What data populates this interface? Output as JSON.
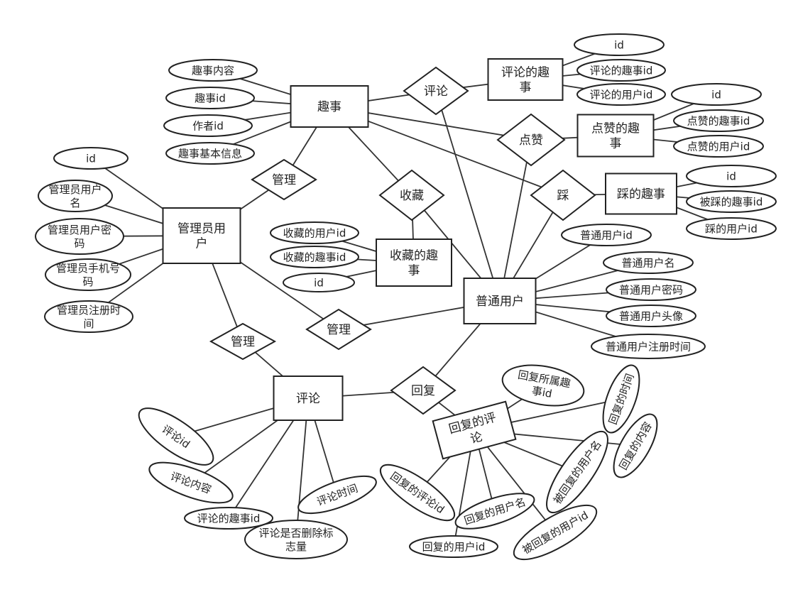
{
  "diagram_title": "",
  "nodes": {
    "qushi": {
      "type": "entity",
      "label": "趣事"
    },
    "pinglun_qushi": {
      "type": "entity",
      "label": "评论的趣事"
    },
    "dianzan_qushi": {
      "type": "entity",
      "label": "点赞的趣事"
    },
    "cai_qushi": {
      "type": "entity",
      "label": "踩的趣事"
    },
    "admin": {
      "type": "entity",
      "label": "管理员用户"
    },
    "shoucang_qushi": {
      "type": "entity",
      "label": "收藏的趣事"
    },
    "user": {
      "type": "entity",
      "label": "普通用户"
    },
    "comment": {
      "type": "entity",
      "label": "评论"
    },
    "reply": {
      "type": "entity",
      "label": "回复的评论"
    },
    "r_pinglun": {
      "type": "relationship",
      "label": "评论"
    },
    "r_dianzan": {
      "type": "relationship",
      "label": "点赞"
    },
    "r_cai": {
      "type": "relationship",
      "label": "踩"
    },
    "r_guanli1": {
      "type": "relationship",
      "label": "管理"
    },
    "r_shoucang": {
      "type": "relationship",
      "label": "收藏"
    },
    "r_guanli2": {
      "type": "relationship",
      "label": "管理"
    },
    "r_guanli3": {
      "type": "relationship",
      "label": "管理"
    },
    "r_huifu": {
      "type": "relationship",
      "label": "回复"
    },
    "a_qs_content": {
      "type": "attribute",
      "label": "趣事内容"
    },
    "a_qs_id": {
      "type": "attribute",
      "label": "趣事id"
    },
    "a_qs_author": {
      "type": "attribute",
      "label": "作者id"
    },
    "a_qs_info": {
      "type": "attribute",
      "label": "趣事基本信息"
    },
    "a_ad_id": {
      "type": "attribute",
      "label": "id"
    },
    "a_ad_name": {
      "type": "attribute",
      "label": "管理员用户名"
    },
    "a_ad_pwd": {
      "type": "attribute",
      "label": "管理员用户密码"
    },
    "a_ad_phone": {
      "type": "attribute",
      "label": "管理员手机号码"
    },
    "a_ad_reg": {
      "type": "attribute",
      "label": "管理员注册时间"
    },
    "a_pq_id": {
      "type": "attribute",
      "label": "id"
    },
    "a_pq_qid": {
      "type": "attribute",
      "label": "评论的趣事id"
    },
    "a_pq_uid": {
      "type": "attribute",
      "label": "评论的用户id"
    },
    "a_dz_id": {
      "type": "attribute",
      "label": "id"
    },
    "a_dz_qid": {
      "type": "attribute",
      "label": "点赞的趣事id"
    },
    "a_dz_uid": {
      "type": "attribute",
      "label": "点赞的用户id"
    },
    "a_cai_id": {
      "type": "attribute",
      "label": "id"
    },
    "a_cai_qid": {
      "type": "attribute",
      "label": "被踩的趣事id"
    },
    "a_cai_uid": {
      "type": "attribute",
      "label": "踩的用户id"
    },
    "a_u_id": {
      "type": "attribute",
      "label": "普通用户id"
    },
    "a_u_name": {
      "type": "attribute",
      "label": "普通用户名"
    },
    "a_u_pwd": {
      "type": "attribute",
      "label": "普通用户密码"
    },
    "a_u_avatar": {
      "type": "attribute",
      "label": "普通用户头像"
    },
    "a_u_reg": {
      "type": "attribute",
      "label": "普通用户注册时间"
    },
    "a_sc_uid": {
      "type": "attribute",
      "label": "收藏的用户id"
    },
    "a_sc_qid": {
      "type": "attribute",
      "label": "收藏的趣事id"
    },
    "a_sc_id": {
      "type": "attribute",
      "label": "id"
    },
    "a_c_id": {
      "type": "attribute",
      "label": "评论id"
    },
    "a_c_content": {
      "type": "attribute",
      "label": "评论内容"
    },
    "a_c_qid": {
      "type": "attribute",
      "label": "评论的趣事id"
    },
    "a_c_del": {
      "type": "attribute",
      "label": "评论是否删除标志量"
    },
    "a_c_time": {
      "type": "attribute",
      "label": "评论时间"
    },
    "a_r_qid": {
      "type": "attribute",
      "label": "回复所属趣事id"
    },
    "a_r_time": {
      "type": "attribute",
      "label": "回复的时间"
    },
    "a_r_content": {
      "type": "attribute",
      "label": "回复的内容"
    },
    "a_r_toname": {
      "type": "attribute",
      "label": "被回复的用户名"
    },
    "a_r_touid": {
      "type": "attribute",
      "label": "被回复的用户id"
    },
    "a_r_cid": {
      "type": "attribute",
      "label": "回复的评论id"
    },
    "a_r_name": {
      "type": "attribute",
      "label": "回复的用户名"
    },
    "a_r_uid": {
      "type": "attribute",
      "label": "回复的用户id"
    }
  },
  "edges": [
    [
      "qushi",
      "a_qs_content"
    ],
    [
      "qushi",
      "a_qs_id"
    ],
    [
      "qushi",
      "a_qs_author"
    ],
    [
      "qushi",
      "a_qs_info"
    ],
    [
      "qushi",
      "r_pinglun"
    ],
    [
      "r_pinglun",
      "pinglun_qushi"
    ],
    [
      "r_pinglun",
      "user"
    ],
    [
      "pinglun_qushi",
      "a_pq_id"
    ],
    [
      "pinglun_qushi",
      "a_pq_qid"
    ],
    [
      "pinglun_qushi",
      "a_pq_uid"
    ],
    [
      "qushi",
      "r_dianzan"
    ],
    [
      "r_dianzan",
      "dianzan_qushi"
    ],
    [
      "r_dianzan",
      "user"
    ],
    [
      "dianzan_qushi",
      "a_dz_id"
    ],
    [
      "dianzan_qushi",
      "a_dz_qid"
    ],
    [
      "dianzan_qushi",
      "a_dz_uid"
    ],
    [
      "qushi",
      "r_cai"
    ],
    [
      "r_cai",
      "cai_qushi"
    ],
    [
      "r_cai",
      "user"
    ],
    [
      "cai_qushi",
      "a_cai_id"
    ],
    [
      "cai_qushi",
      "a_cai_qid"
    ],
    [
      "cai_qushi",
      "a_cai_uid"
    ],
    [
      "qushi",
      "r_shoucang"
    ],
    [
      "r_shoucang",
      "shoucang_qushi"
    ],
    [
      "r_shoucang",
      "user"
    ],
    [
      "shoucang_qushi",
      "a_sc_uid"
    ],
    [
      "shoucang_qushi",
      "a_sc_qid"
    ],
    [
      "shoucang_qushi",
      "a_sc_id"
    ],
    [
      "qushi",
      "r_guanli1"
    ],
    [
      "r_guanli1",
      "admin"
    ],
    [
      "admin",
      "a_ad_id"
    ],
    [
      "admin",
      "a_ad_name"
    ],
    [
      "admin",
      "a_ad_pwd"
    ],
    [
      "admin",
      "a_ad_phone"
    ],
    [
      "admin",
      "a_ad_reg"
    ],
    [
      "admin",
      "r_guanli2"
    ],
    [
      "r_guanli2",
      "user"
    ],
    [
      "admin",
      "r_guanli3"
    ],
    [
      "r_guanli3",
      "comment"
    ],
    [
      "user",
      "a_u_id"
    ],
    [
      "user",
      "a_u_name"
    ],
    [
      "user",
      "a_u_pwd"
    ],
    [
      "user",
      "a_u_avatar"
    ],
    [
      "user",
      "a_u_reg"
    ],
    [
      "user",
      "r_huifu"
    ],
    [
      "r_huifu",
      "comment"
    ],
    [
      "r_huifu",
      "reply"
    ],
    [
      "comment",
      "a_c_id"
    ],
    [
      "comment",
      "a_c_content"
    ],
    [
      "comment",
      "a_c_qid"
    ],
    [
      "comment",
      "a_c_del"
    ],
    [
      "comment",
      "a_c_time"
    ],
    [
      "reply",
      "a_r_qid"
    ],
    [
      "reply",
      "a_r_time"
    ],
    [
      "reply",
      "a_r_content"
    ],
    [
      "reply",
      "a_r_toname"
    ],
    [
      "reply",
      "a_r_touid"
    ],
    [
      "reply",
      "a_r_cid"
    ],
    [
      "reply",
      "a_r_name"
    ],
    [
      "reply",
      "a_r_uid"
    ]
  ]
}
